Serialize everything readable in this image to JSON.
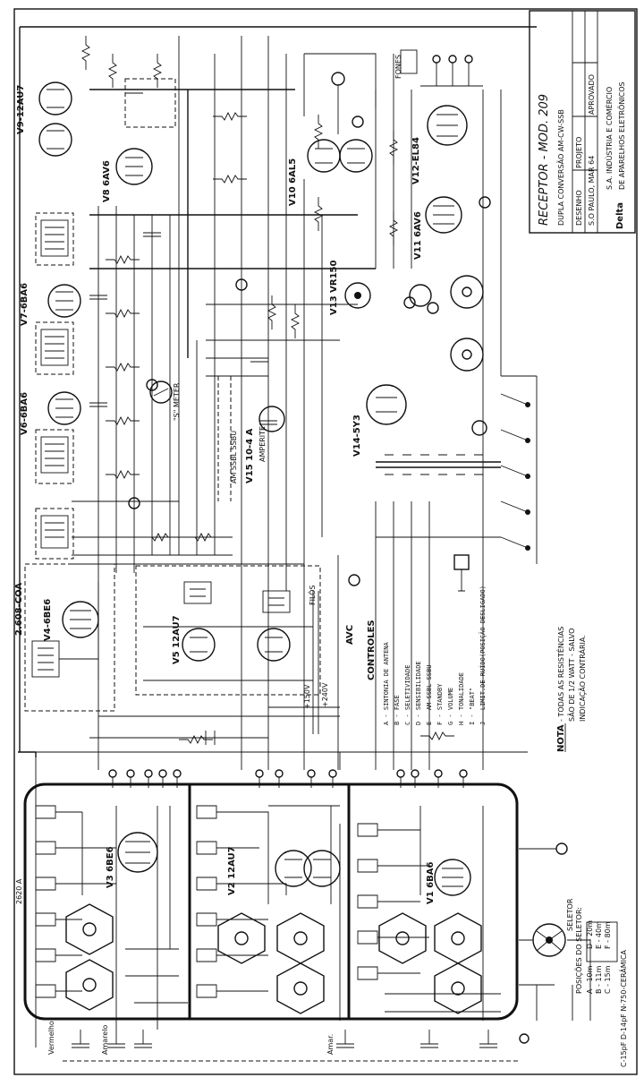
{
  "title_block": {
    "title": "RECEPTOR - MOD. 209",
    "subtitle": "DUPLA CONVERSÃO AM-CW-SSB",
    "desenho": "DESENHO",
    "projeto": "PROJETO",
    "aprovado": "APROVADO",
    "date": "S.O PAULO, MAR 64",
    "company_line1": "S.A. INDÚSTRIA E COMÉRCIO",
    "company_line2": "DE APARELHOS ELETRÔNICOS",
    "logo_text": "Delta"
  },
  "tubes": {
    "v1": "V1 6BA6",
    "v2": "V2 12AU7",
    "v3": "V3 6BE6",
    "v4": "V4-6BE6",
    "v5": "V5 12AU7",
    "v6": "V6-6BA6",
    "v7": "V7-6BA6",
    "v8": "V8 6AV6",
    "v9": "V9-12AU7",
    "v10": "V10 6AL5",
    "v11": "V11 6AV6",
    "v12": "V12-EL84",
    "v13": "V13 VR150",
    "v14": "V14-5Y3",
    "v15": "V15 10-4 A"
  },
  "blocks": {
    "filter": "FILÔS",
    "coa": "2.608-COA",
    "chassis": "2620 A",
    "smeter": "\"S\" METER",
    "fones": "FONES",
    "amperite": "AMPERITE",
    "am_cw_ssb": "AM SSBL SSBU",
    "avc": "AVC",
    "plus240": "+240V",
    "plus150": "+150V"
  },
  "controls": {
    "heading": "CONTROLES",
    "items": [
      "A - SINTONIA DE ANTENA",
      "B - FASE",
      "C - SELETIVIDADE",
      "D - SENSIBILIDADE",
      "E - AM-SSBL-SSBU",
      "F - STANDBY",
      "G - VOLUME",
      "H - TONALIDADE",
      "I - \"BEAT\"",
      "J - LIMIT.DE RUÍDO(POSIÇÃO DESLIGADO)"
    ]
  },
  "nota": {
    "heading": "NOTA",
    "line1": "- TODAS AS RESISTÊNCIAS",
    "line2": "SÃO DE 1/2 WATT - SALVO",
    "line3": "INDICAÇÃO CONTRÁRIA."
  },
  "selector": {
    "heading": "POSIÇÕES DO SELETOR:",
    "col1": [
      "A - 10m",
      "B - 11m",
      "C - 15m"
    ],
    "col2": [
      "D - 20m",
      "E - 40m",
      "F - 80m"
    ],
    "label": "SELETOR"
  },
  "capacitor_note": "C-15pF  D-14pF  N-750-CERÂMICA",
  "antenna_labels": [
    "Vermelho",
    "Amarelo",
    "Amar."
  ]
}
